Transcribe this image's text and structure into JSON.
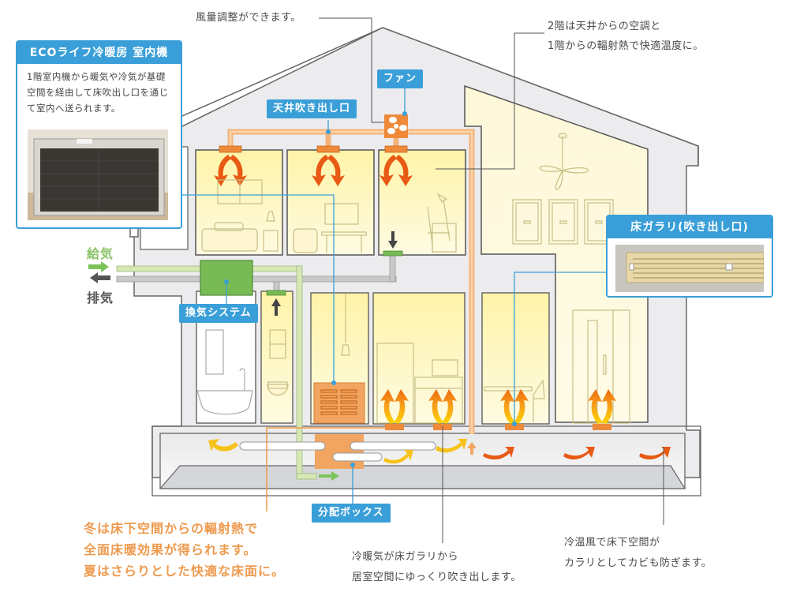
{
  "annotations": {
    "airflow_adjust": "風量調整ができます。",
    "upper_floor_line1": "2階は天井からの空調と",
    "upper_floor_line2": "1階からの輻射熱で快適温度に。",
    "winter_line1": "冬は床下空間からの輻射熱で",
    "winter_line2": "全面床暖効果が得られます。",
    "winter_line3": "夏はさらりとした快適な床面に。",
    "floor_grille_line1": "冷暖気が床ガラリから",
    "floor_grille_line2": "居室空間にゆっくり吹き出します。",
    "crawlspace_line1": "冷温風で床下空間が",
    "crawlspace_line2": "カラリとしてカビも防ぎます。"
  },
  "indoor_unit_callout": {
    "title": "ECOライフ冷暖房 室内機",
    "description": "1階室内機から暖気や冷気が基礎空間を経由して床吹出し口を通じて室内へ送られます。"
  },
  "floor_grille_callout": {
    "title": "床ガラリ(吹き出し口)"
  },
  "tags": {
    "fan": "ファン",
    "ceiling_outlet": "天井吹き出し口",
    "ventilation_system": "換気システム",
    "distribution_box": "分配ボックス"
  },
  "air": {
    "supply": "給気",
    "exhaust": "排気"
  },
  "colors": {
    "accent_blue": "#3a9fd8",
    "orange": "#ee8a3a",
    "red_orange": "#e85a14",
    "room_yellow": "#fdf6c0",
    "wall_gray": "#ececee",
    "green": "#7cc35a",
    "dark_gray": "#555555"
  }
}
